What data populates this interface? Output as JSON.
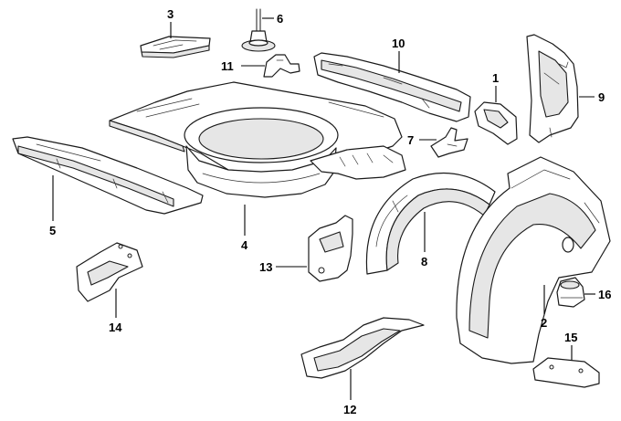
{
  "diagram": {
    "type": "exploded-parts-diagram",
    "callouts": [
      {
        "part": "floor-panel",
        "label": "4"
      },
      {
        "part": "longitudinal-member",
        "label": "5"
      },
      {
        "part": "wheel-housing-outer",
        "label": "2"
      },
      {
        "part": "wheel-housing-inner",
        "label": "8"
      },
      {
        "part": "side-member-rear",
        "label": "10"
      },
      {
        "part": "corner-panel",
        "label": "9"
      },
      {
        "part": "bracket-1",
        "label": "1"
      },
      {
        "part": "bracket-7",
        "label": "7"
      },
      {
        "part": "bracket-11",
        "label": "11"
      },
      {
        "part": "cover-3",
        "label": "3"
      },
      {
        "part": "stud-6",
        "label": "6"
      },
      {
        "part": "bracket-13",
        "label": "13"
      },
      {
        "part": "support-14",
        "label": "14"
      },
      {
        "part": "bracket-15",
        "label": "15"
      },
      {
        "part": "rubber-buffer-16",
        "label": "16"
      },
      {
        "part": "reinforcement-12",
        "label": "12"
      }
    ]
  }
}
